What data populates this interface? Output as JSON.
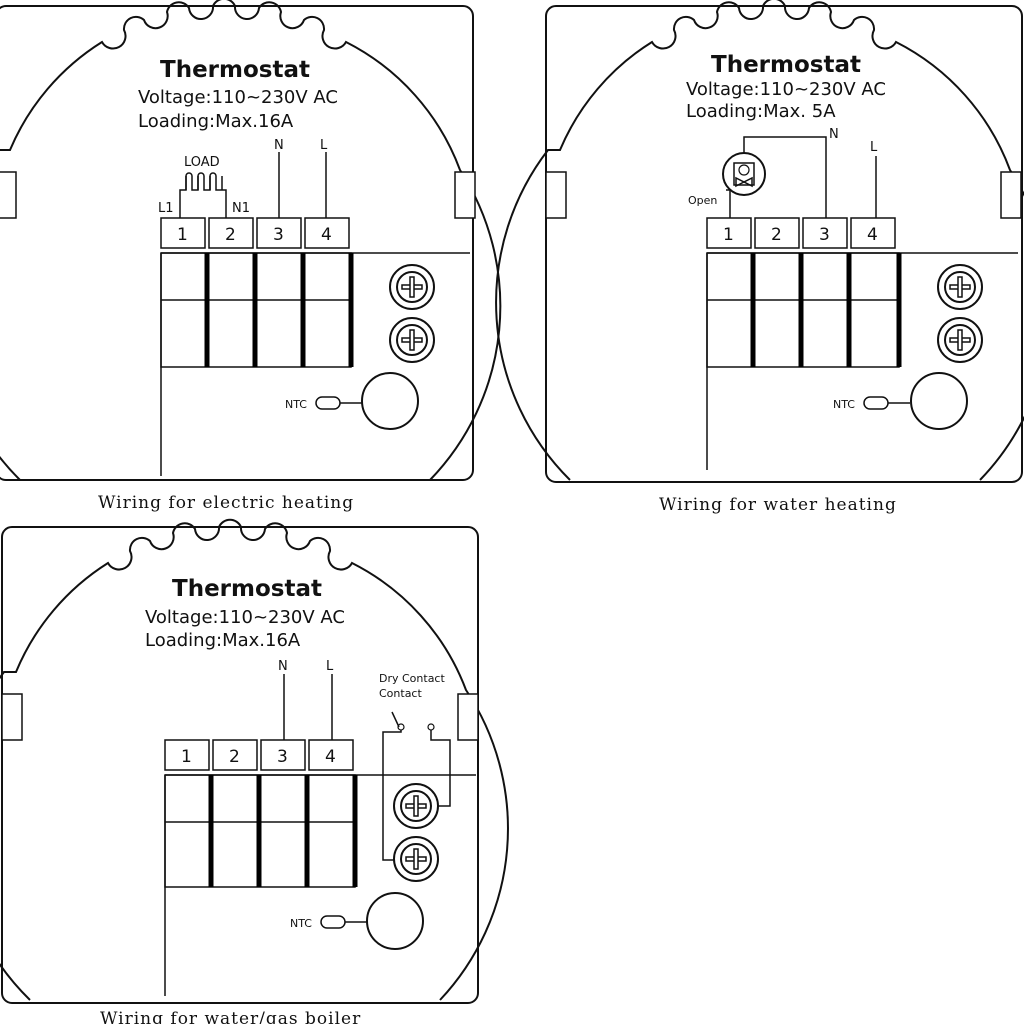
{
  "diagrams": [
    {
      "title": "Thermostat",
      "voltage": "Voltage:110~230V AC",
      "loading": "Loading:Max.16A",
      "terminals": [
        "1",
        "2",
        "3",
        "4"
      ],
      "label_n": "N",
      "label_l": "L",
      "label_load": "LOAD",
      "label_l1": "L1",
      "label_n1": "N1",
      "label_ntc": "NTC",
      "caption": "Wiring for electric heating"
    },
    {
      "title": "Thermostat",
      "voltage": "Voltage:110~230V AC",
      "loading": "Loading:Max. 5A",
      "terminals": [
        "1",
        "2",
        "3",
        "4"
      ],
      "label_n": "N",
      "label_l": "L",
      "label_open": "Open",
      "label_ntc": "NTC",
      "caption": "Wiring for water heating"
    },
    {
      "title": "Thermostat",
      "voltage": "Voltage:110~230V AC",
      "loading": "Loading:Max.16A",
      "terminals": [
        "1",
        "2",
        "3",
        "4"
      ],
      "label_n": "N",
      "label_l": "L",
      "label_dry1": "Dry Contact",
      "label_dry2": "Contact",
      "label_ntc": "NTC",
      "caption": "Wiring for water/gas boiler"
    }
  ]
}
